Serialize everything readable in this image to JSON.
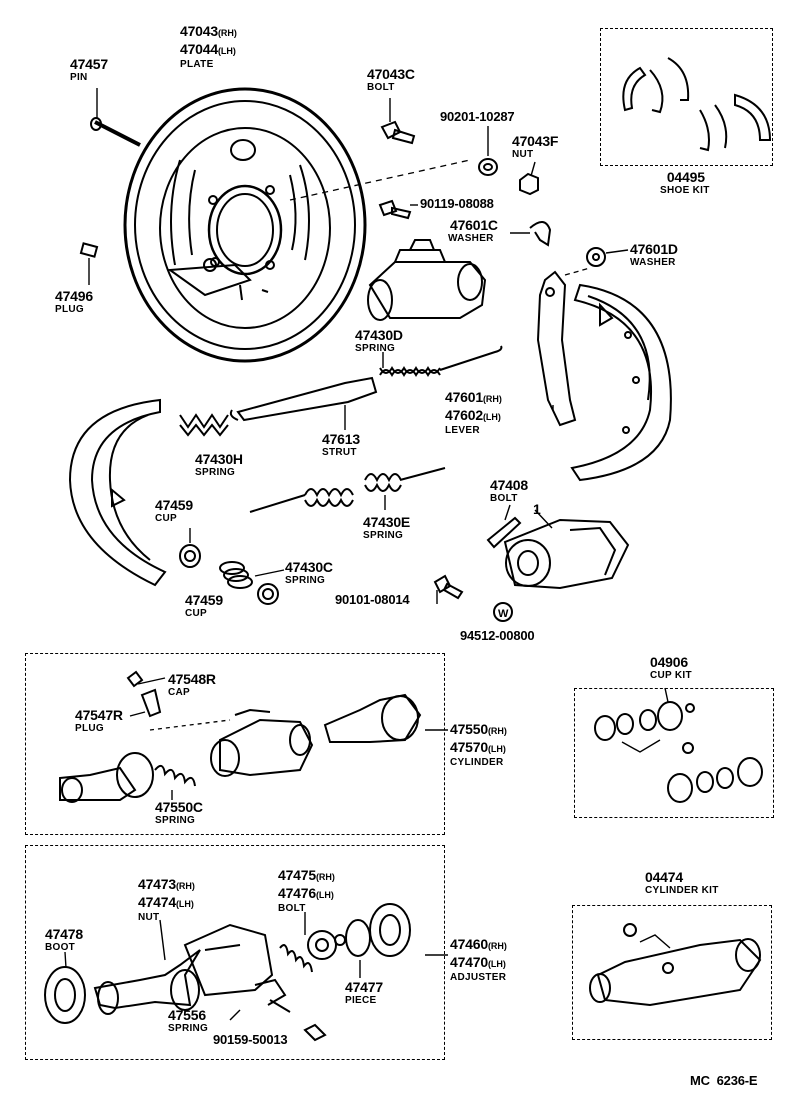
{
  "labels": {
    "plate": {
      "no1": "47043",
      "suf1": "(RH)",
      "no2": "47044",
      "suf2": "(LH)",
      "name": "PLATE"
    },
    "pin": {
      "no": "47457",
      "name": "PIN"
    },
    "bolt_c": {
      "no": "47043C",
      "name": "BOLT"
    },
    "p90201": {
      "no": "90201-10287"
    },
    "nut_f": {
      "no": "47043F",
      "name": "NUT"
    },
    "shoe_kit": {
      "no": "04495",
      "name": "SHOE KIT"
    },
    "p90119": {
      "no": "90119-08088"
    },
    "washer_c": {
      "no": "47601C",
      "name": "WASHER"
    },
    "washer_d": {
      "no": "47601D",
      "name": "WASHER"
    },
    "plug_496": {
      "no": "47496",
      "name": "PLUG"
    },
    "spring_d": {
      "no": "47430D",
      "name": "SPRING"
    },
    "lever": {
      "no1": "47601",
      "suf1": "(RH)",
      "no2": "47602",
      "suf2": "(LH)",
      "name": "LEVER"
    },
    "strut": {
      "no": "47613",
      "name": "STRUT"
    },
    "spring_h": {
      "no": "47430H",
      "name": "SPRING"
    },
    "bolt_408": {
      "no": "47408",
      "name": "BOLT"
    },
    "ref_1": {
      "no": "1"
    },
    "cup_459a": {
      "no": "47459",
      "name": "CUP"
    },
    "spring_e": {
      "no": "47430E",
      "name": "SPRING"
    },
    "spring_c": {
      "no": "47430C",
      "name": "SPRING"
    },
    "cup_459b": {
      "no": "47459",
      "name": "CUP"
    },
    "p90101": {
      "no": "90101-08014"
    },
    "p94512": {
      "no": "94512-00800"
    },
    "cup_kit": {
      "no": "04906",
      "name": "CUP KIT"
    },
    "cap": {
      "no": "47548R",
      "name": "CAP"
    },
    "plug_547": {
      "no": "47547R",
      "name": "PLUG"
    },
    "cylinder": {
      "no1": "47550",
      "suf1": "(RH)",
      "no2": "47570",
      "suf2": "(LH)",
      "name": "CYLINDER"
    },
    "spring_550c": {
      "no": "47550C",
      "name": "SPRING"
    },
    "cylinder_kit": {
      "no": "04474",
      "name": "CYLINDER KIT"
    },
    "nut_473": {
      "no1": "47473",
      "suf1": "(RH)",
      "no2": "47474",
      "suf2": "(LH)",
      "name": "NUT"
    },
    "bolt_475": {
      "no1": "47475",
      "suf1": "(RH)",
      "no2": "47476",
      "suf2": "(LH)",
      "name": "BOLT"
    },
    "boot": {
      "no": "47478",
      "name": "BOOT"
    },
    "adjuster": {
      "no1": "47460",
      "suf1": "(RH)",
      "no2": "47470",
      "suf2": "(LH)",
      "name": "ADJUSTER"
    },
    "piece": {
      "no": "47477",
      "name": "PIECE"
    },
    "spring_556": {
      "no": "47556",
      "name": "SPRING"
    },
    "p90159": {
      "no": "90159-50013"
    },
    "footer": {
      "code": "MC  6236-E"
    }
  }
}
